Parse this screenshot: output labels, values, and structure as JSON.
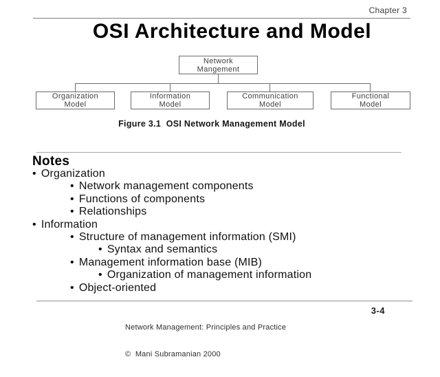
{
  "page": {
    "chapter": "Chapter 3",
    "title": "OSI Architecture and Model"
  },
  "diagram": {
    "root": {
      "line1": "Network",
      "line2": "Mangement"
    },
    "children": [
      {
        "line1": "Organization",
        "line2": "Model"
      },
      {
        "line1": "Information",
        "line2": "Model"
      },
      {
        "line1": "Communication",
        "line2": "Model"
      },
      {
        "line1": "Functional",
        "line2": "Model"
      }
    ],
    "caption": "Figure 3.1  OSI Network Management Model"
  },
  "notes": {
    "heading": "Notes",
    "bullet": "•",
    "items": [
      {
        "level": 1,
        "text": "Organization"
      },
      {
        "level": 2,
        "text": "Network management components"
      },
      {
        "level": 2,
        "text": "Functions of components"
      },
      {
        "level": 2,
        "text": "Relationships"
      },
      {
        "level": 1,
        "text": "Information"
      },
      {
        "level": 2,
        "text": "Structure of management information (SMI)"
      },
      {
        "level": 3,
        "text": "Syntax and semantics"
      },
      {
        "level": 2,
        "text": "Management information base (MIB)"
      },
      {
        "level": 3,
        "text": "Organization of management information"
      },
      {
        "level": 2,
        "text": "Object-oriented"
      }
    ]
  },
  "footer": {
    "line1": "Network Management: Principles and Practice",
    "line2": "©  Mani Subramanian 2000",
    "page_number": "3-4"
  },
  "colors": {
    "background": "#ffffff",
    "text": "#000000",
    "box_border": "#6b6b6b",
    "diagram_text": "#3d3d3d",
    "divider": "#8f8f8f"
  }
}
